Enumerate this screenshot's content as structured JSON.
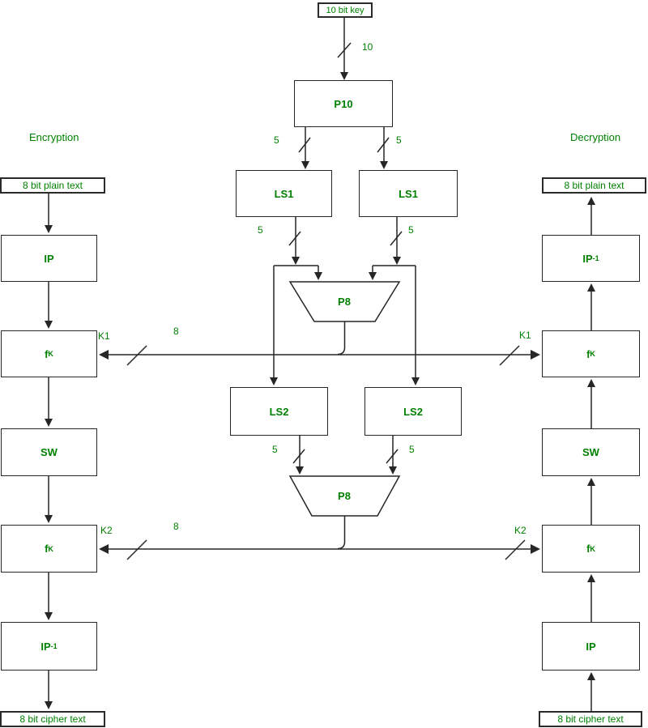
{
  "colors": {
    "text_green": "#008000",
    "line": "#262626",
    "background": "#ffffff"
  },
  "key_schedule": {
    "key_input": "10 bit key",
    "p10": "P10",
    "ls1": "LS1",
    "ls2": "LS2",
    "p8": "P8",
    "bit_width_10": "10",
    "bit_width_5": "5",
    "bit_width_8": "8",
    "k1": "K1",
    "k2": "K2"
  },
  "encryption": {
    "title": "Encryption",
    "plain_text": "8 bit plain text",
    "ip": "IP",
    "fk_main": "f",
    "fk_sub": "K",
    "sw": "SW",
    "ip_inverse_main": "IP",
    "ip_inverse_sup": "-1",
    "cipher_text": "8 bit cipher text"
  },
  "decryption": {
    "title": "Decryption",
    "plain_text": "8 bit plain text",
    "ip": "IP",
    "fk_main": "f",
    "fk_sub": "K",
    "sw": "SW",
    "ip_inverse_main": "IP",
    "ip_inverse_sup": "-1",
    "cipher_text": "8 bit cipher text"
  }
}
